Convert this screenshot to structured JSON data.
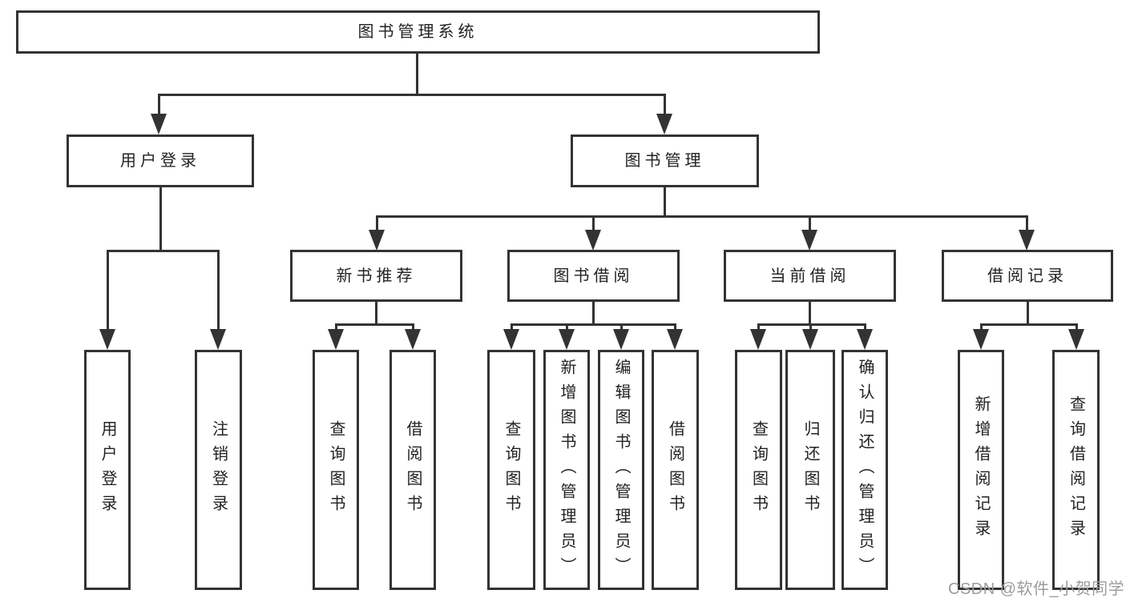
{
  "tree": {
    "label": "图书管理系统",
    "children": [
      {
        "label": "用户登录",
        "children": [
          {
            "label": "用户登录"
          },
          {
            "label": "注销登录"
          }
        ]
      },
      {
        "label": "图书管理",
        "children": [
          {
            "label": "新书推荐",
            "children": [
              {
                "label": "查询图书"
              },
              {
                "label": "借阅图书"
              }
            ]
          },
          {
            "label": "图书借阅",
            "children": [
              {
                "label": "查询图书"
              },
              {
                "label": "新增图书（管理员）"
              },
              {
                "label": "编辑图书（管理员）"
              },
              {
                "label": "借阅图书"
              }
            ]
          },
          {
            "label": "当前借阅",
            "children": [
              {
                "label": "查询图书"
              },
              {
                "label": "归还图书"
              },
              {
                "label": "确认归还（管理员）"
              }
            ]
          },
          {
            "label": "借阅记录",
            "children": [
              {
                "label": "新增借阅记录"
              },
              {
                "label": "查询借阅记录"
              }
            ]
          }
        ]
      }
    ]
  },
  "watermark": {
    "text": "CSDN @软件_小贺同学"
  },
  "colors": {
    "line": "#333333",
    "text": "#222222",
    "watermark": "#9c9c9c",
    "background": "#ffffff"
  }
}
